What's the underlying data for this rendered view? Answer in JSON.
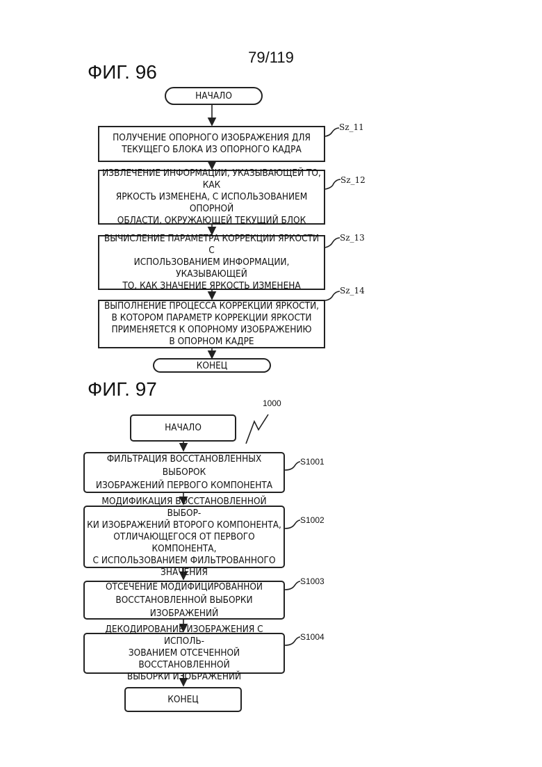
{
  "page_number": "79/119",
  "fig96": {
    "title": "ФИГ. 96",
    "start": "НАЧАЛО",
    "end": "КОНЕЦ",
    "steps": [
      {
        "ref": "Sz_11",
        "lines": [
          "ПОЛУЧЕНИЕ ОПОРНОГО ИЗОБРАЖЕНИЯ ДЛЯ",
          "ТЕКУЩЕГО БЛОКА ИЗ ОПОРНОГО КАДРА"
        ]
      },
      {
        "ref": "Sz_12",
        "lines": [
          "ИЗВЛЕЧЕНИЕ ИНФОРМАЦИИ, УКАЗЫВАЮЩЕЙ ТО, КАК",
          "ЯРКОСТЬ ИЗМЕНЕНА, С ИСПОЛЬЗОВАНИЕМ ОПОРНОЙ",
          "ОБЛАСТИ, ОКРУЖАЮЩЕЙ ТЕКУЩИЙ БЛОК"
        ]
      },
      {
        "ref": "Sz_13",
        "lines": [
          "ВЫЧИСЛЕНИЕ ПАРАМЕТРА КОРРЕКЦИИ ЯРКОСТИ С",
          "ИСПОЛЬЗОВАНИЕМ ИНФОРМАЦИИ, УКАЗЫВАЮЩЕЙ",
          "ТО, КАК ЗНАЧЕНИЕ ЯРКОСТЬ ИЗМЕНЕНА"
        ]
      },
      {
        "ref": "Sz_14",
        "lines": [
          "ВЫПОЛНЕНИЕ ПРОЦЕССА КОРРЕКЦИИ ЯРКОСТИ,",
          "В КОТОРОМ ПАРАМЕТР КОРРЕКЦИИ ЯРКОСТИ",
          "ПРИМЕНЯЕТСЯ К ОПОРНОМУ ИЗОБРАЖЕНИЮ",
          "В ОПОРНОМ КАДРЕ"
        ]
      }
    ]
  },
  "fig97": {
    "title": "ФИГ. 97",
    "diagram_ref": "1000",
    "start": "НАЧАЛО",
    "end": "КОНЕЦ",
    "steps": [
      {
        "ref": "S1001",
        "lines": [
          "ФИЛЬТРАЦИЯ ВОССТАНОВЛЕННЫХ ВЫБОРОК",
          "ИЗОБРАЖЕНИЙ ПЕРВОГО КОМПОНЕНТА"
        ]
      },
      {
        "ref": "S1002",
        "lines": [
          "МОДИФИКАЦИЯ ВОССТАНОВЛЕННОЙ ВЫБОР-",
          "КИ ИЗОБРАЖЕНИЙ ВТОРОГО КОМПОНЕНТА,",
          "ОТЛИЧАЮЩЕГОСЯ ОТ ПЕРВОГО КОМПОНЕНТА,",
          "С ИСПОЛЬЗОВАНИЕМ ФИЛЬТРОВАННОГО",
          "ЗНАЧЕНИЯ"
        ]
      },
      {
        "ref": "S1003",
        "lines": [
          "ОТСЕЧЕНИЕ МОДИФИЦИРОВАННОЙ",
          "ВОССТАНОВЛЕННОЙ ВЫБОРКИ ИЗОБРАЖЕНИЙ"
        ]
      },
      {
        "ref": "S1004",
        "lines": [
          "ДЕКОДИРОВАНИЕ ИЗОБРАЖЕНИЯ С ИСПОЛЬ-",
          "ЗОВАНИЕМ ОТСЕЧЕННОЙ ВОССТАНОВЛЕННОЙ",
          "ВЫБОРКИ ИЗОБРАЖЕНИЙ"
        ]
      }
    ]
  }
}
